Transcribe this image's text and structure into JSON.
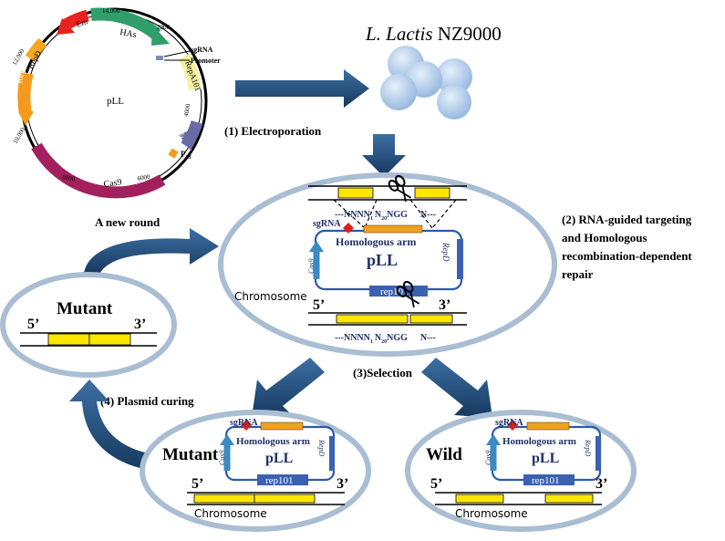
{
  "colors": {
    "arrow_blue": "#1f4e79",
    "circle_blue": "#a9c4e4",
    "plasmid_border": "#2b5aa8",
    "gene_yellow": "#ffe600",
    "arm_orange": "#f0a020",
    "rep_blue": "#3a62b0",
    "cas9_magenta": "#a3205f",
    "em_red": "#e8231d",
    "has_green": "#2f9e6a",
    "repe_orange": "#f39a1d",
    "repd_orange": "#f6a623",
    "repa_yellow": "#f3f0a0",
    "ermb_purple": "#6a6aa8",
    "sgrna_red": "#d9221c"
  },
  "plasmid_map": {
    "name": "pLL",
    "ticks": [
      "14,000",
      "2000",
      "4000",
      "6000",
      "8000",
      "10,000",
      "12,000"
    ],
    "genes": {
      "em": "Em",
      "has": "HAs",
      "repa101": "RepA101",
      "ermb": "ermB",
      "cas9": "Cas9",
      "repe": "RepE",
      "repd": "RepD"
    },
    "sgrna_label": "sgRNA",
    "promoter_label": "Promoter",
    "p23_label": "P",
    "p23_sub": "23"
  },
  "host": {
    "italic": "L. Lactis",
    "strain": " NZ9000"
  },
  "steps": {
    "step1": "(1) Electroporation",
    "step2_line1": "(2) RNA-guided targeting",
    "step2_line2": "and Homologous",
    "step2_line3": "recombination-dependent",
    "step2_line4": "repair",
    "step3": "(3)Selection",
    "step4": "(4) Plasmid curing",
    "new_round": "A new round"
  },
  "central": {
    "seq_top_a": "---NNNN",
    "seq_top_b": "N",
    "seq_top_c": "NGG",
    "seq_top_d": "N---",
    "seq_sub1": "1",
    "seq_sub20": "20",
    "seq_bottom_a": "---NNNN",
    "seq_bottom_b": "N",
    "seq_bottom_c": "NGG",
    "seq_bottom_d": "N---",
    "sgrna": "sgRNA",
    "homologous_arm": "Homologous arm",
    "plasmid": "pLL",
    "cas9": "Cas9",
    "repd": "RepD",
    "rep101": "rep101",
    "chromosome": "Chromosome",
    "five_prime": "5’",
    "three_prime": "3’"
  },
  "mutant_left": {
    "title": "Mutant",
    "five_prime": "5’",
    "three_prime": "3’"
  },
  "mutant_bottom": {
    "title": "Mutant",
    "sgrna": "sgRNA",
    "homologous_arm": "Homologous arm",
    "plasmid": "pLL",
    "cas9": "Cas9",
    "repd": "RepD",
    "rep101": "rep101",
    "five_prime": "5’",
    "three_prime": "3’",
    "chromosome": "Chromosome"
  },
  "wild_bottom": {
    "title": "Wild",
    "sgrna": "sgRNA",
    "homologous_arm": "Homologous arm",
    "plasmid": "pLL",
    "cas9": "Cas9",
    "repd": "RepD",
    "rep101": "rep101",
    "five_prime": "5’",
    "three_prime": "3’",
    "chromosome": "Chromosome"
  }
}
